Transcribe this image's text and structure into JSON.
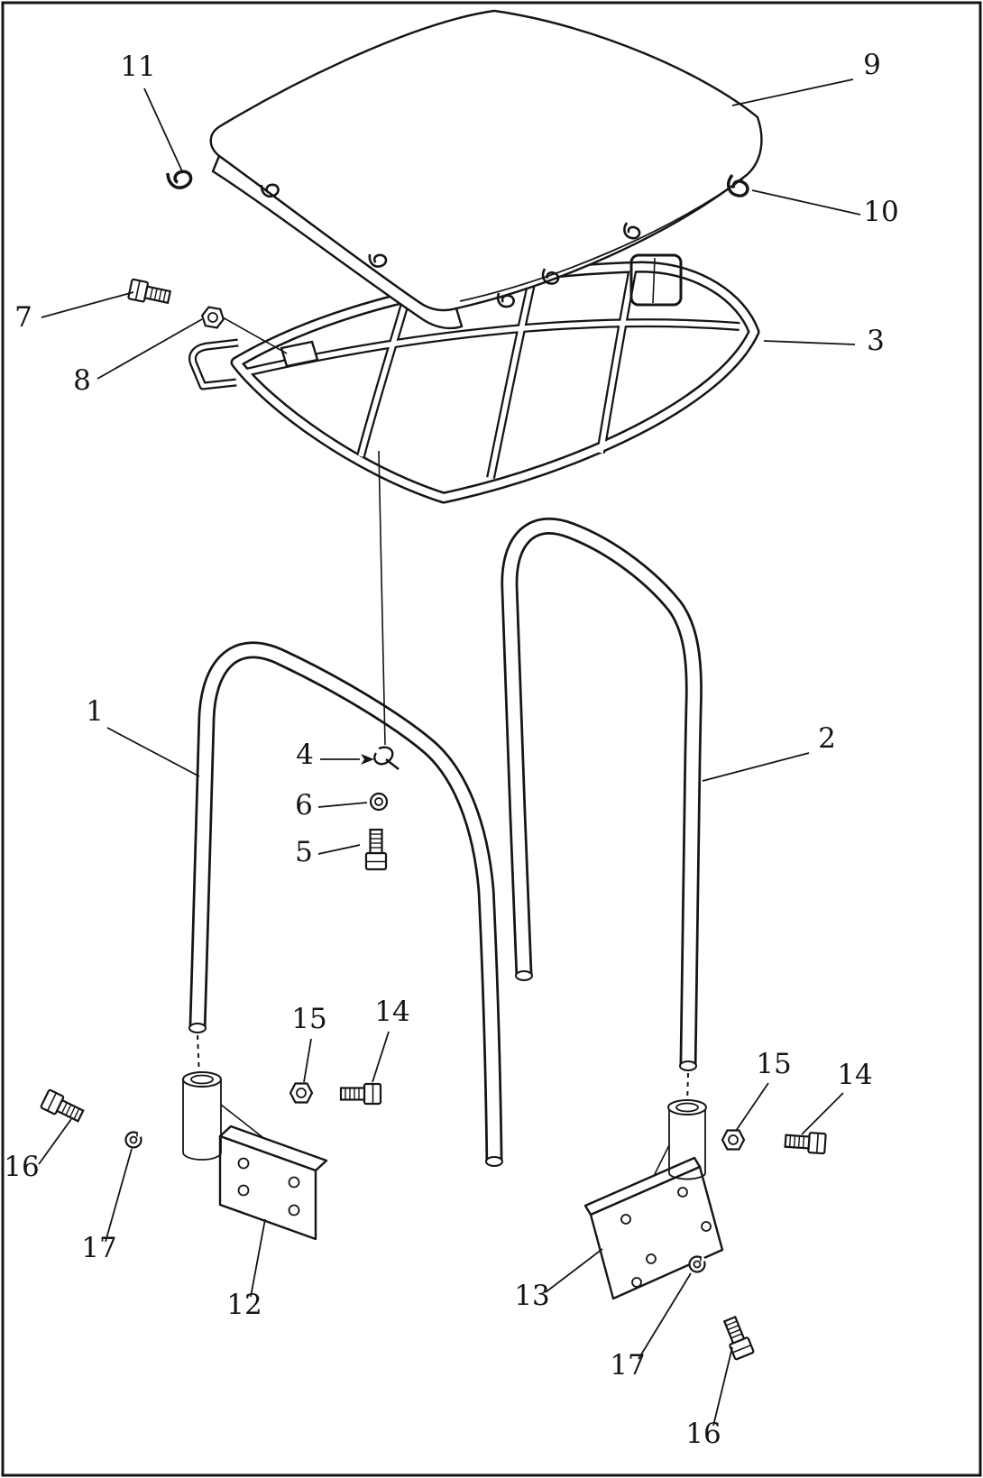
{
  "page": {
    "background": "#ffffff",
    "ink": "#151515",
    "kind": "exploded-parts-diagram"
  },
  "callouts": [
    {
      "text": "11"
    },
    {
      "text": "9"
    },
    {
      "text": "10"
    },
    {
      "text": "7"
    },
    {
      "text": "8"
    },
    {
      "text": "3"
    },
    {
      "text": "1"
    },
    {
      "text": "2"
    },
    {
      "text": "4"
    },
    {
      "text": "6"
    },
    {
      "text": "5"
    },
    {
      "text": "15"
    },
    {
      "text": "14"
    },
    {
      "text": "15"
    },
    {
      "text": "14"
    },
    {
      "text": "16"
    },
    {
      "text": "17"
    },
    {
      "text": "12"
    },
    {
      "text": "13"
    },
    {
      "text": "17"
    },
    {
      "text": "16"
    }
  ]
}
